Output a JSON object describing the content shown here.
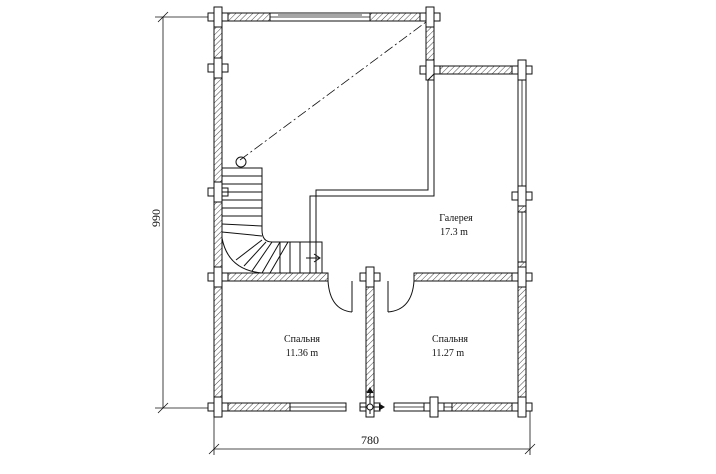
{
  "dimensions": {
    "width_label": "780",
    "height_label": "990"
  },
  "rooms": {
    "gallery": {
      "name": "Галерея",
      "area": "17.3 m"
    },
    "bedroom_left": {
      "name": "Спальня",
      "area": "11.36 m"
    },
    "bedroom_right": {
      "name": "Спальня",
      "area": "11.27 m"
    }
  }
}
